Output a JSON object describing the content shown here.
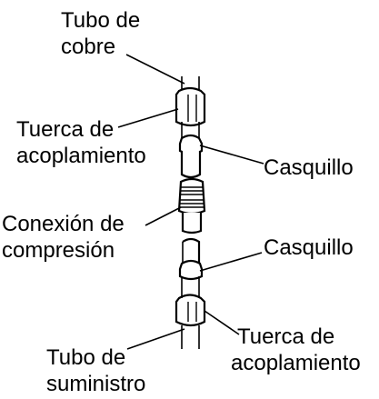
{
  "diagram": {
    "labels": {
      "copper_tube": [
        "Tubo de",
        "cobre"
      ],
      "coupling_nut_top": [
        "Tuerca de",
        "acoplamiento"
      ],
      "ferrule_top": [
        "Casquillo"
      ],
      "compression_fitting": [
        "Conexión de",
        "compresión"
      ],
      "ferrule_bottom": [
        "Casquillo"
      ],
      "coupling_nut_bottom": [
        "Tuerca de",
        "acoplamiento"
      ],
      "supply_tube": [
        "Tubo de",
        "suministro"
      ]
    },
    "colors": {
      "line": "#000000",
      "background": "#ffffff"
    }
  }
}
